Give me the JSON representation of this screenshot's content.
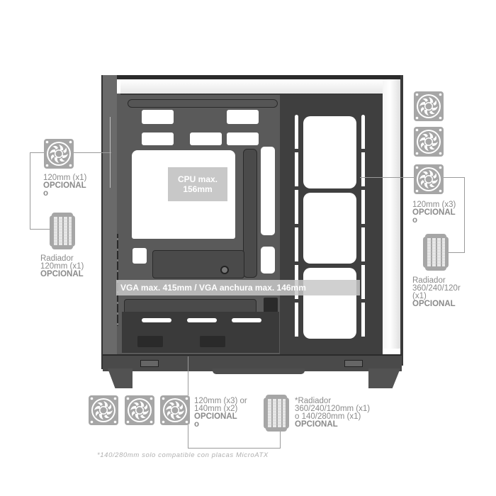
{
  "case_labels": {
    "cpu": {
      "line1": "CPU max.",
      "line2": "156mm"
    },
    "vga": "VGA max. 415mm / VGA anchura max. 146mm"
  },
  "callouts": {
    "left_fan": {
      "size": "120mm (x1)",
      "status": "OPCIONAL",
      "connector": "o"
    },
    "left_radiator": {
      "title": "Radiador",
      "size": "120mm (x1)",
      "status": "OPCIONAL"
    },
    "right_fan": {
      "size": "120mm (x3)",
      "status": "OPCIONAL",
      "connector": "o"
    },
    "right_radiator": {
      "title": "Radiador",
      "size": "360/240/120r",
      "qty": "(x1)",
      "status": "OPCIONAL"
    },
    "bottom_fan": {
      "size1": "120mm (x3) or",
      "size2": "140mm (x2)",
      "status": "OPCIONAL",
      "connector": "o"
    },
    "bottom_radiator": {
      "title": "*Radiador",
      "size1": "360/240/120mm (x1)",
      "size2": "o 140/280mm (x1)",
      "status": "OPCIONAL"
    }
  },
  "footnote": "*140/280mm solo compatible con placas MicroATX",
  "icons": {
    "fan": "fan-icon",
    "radiator": "radiator-icon"
  },
  "colors": {
    "icon_gray": "#a6a6a6",
    "text_gray": "#8a8a8a",
    "case_dark": "#3f3f3f",
    "label_overlay": "#bebebe"
  }
}
